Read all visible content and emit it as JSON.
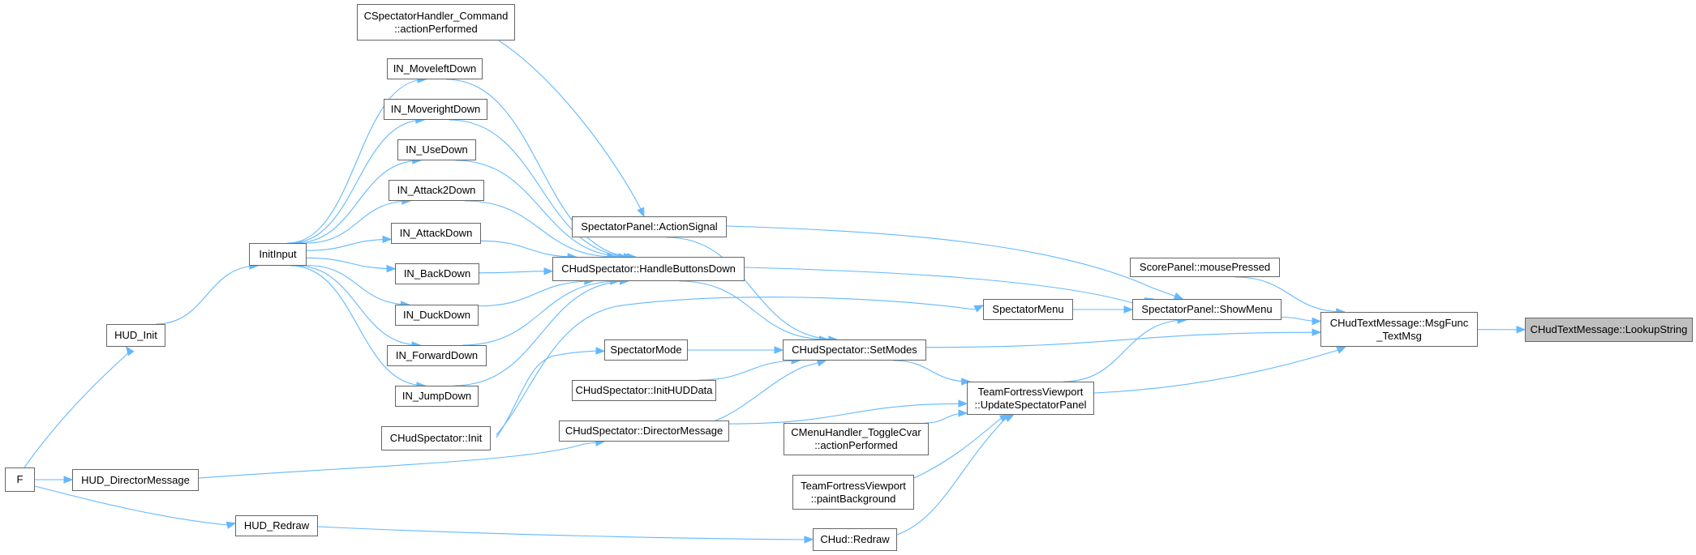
{
  "graph": {
    "edge_color": "#63b8ff",
    "node_border_color": "#666666",
    "root_fill_color": "#bfbfbf",
    "nodes": [
      {
        "id": "lookup",
        "lines": [
          "CHudTextMessage::LookupString"
        ],
        "root": true
      },
      {
        "id": "msgfunc",
        "lines": [
          "CHudTextMessage::MsgFunc",
          "_TextMsg"
        ]
      },
      {
        "id": "scorepanel",
        "lines": [
          "ScorePanel::mousePressed"
        ]
      },
      {
        "id": "showmenu",
        "lines": [
          "SpectatorPanel::ShowMenu"
        ]
      },
      {
        "id": "setmodes",
        "lines": [
          "CHudSpectator::SetModes"
        ]
      },
      {
        "id": "updatepanel",
        "lines": [
          "TeamFortressViewport",
          "::UpdateSpectatorPanel"
        ]
      },
      {
        "id": "actionsignal",
        "lines": [
          "SpectatorPanel::ActionSignal"
        ]
      },
      {
        "id": "handlebuttons",
        "lines": [
          "CHudSpectator::HandleButtonsDown"
        ]
      },
      {
        "id": "specmenu",
        "lines": [
          "SpectatorMenu"
        ]
      },
      {
        "id": "cmdaction",
        "lines": [
          "CSpectatorHandler_Command",
          "::actionPerformed"
        ]
      },
      {
        "id": "specmode",
        "lines": [
          "SpectatorMode"
        ]
      },
      {
        "id": "inithuddata",
        "lines": [
          "CHudSpectator::InitHUDData"
        ]
      },
      {
        "id": "directormsg",
        "lines": [
          "CHudSpectator::DirectorMessage"
        ]
      },
      {
        "id": "togglecvar",
        "lines": [
          "CMenuHandler_ToggleCvar",
          "::actionPerformed"
        ]
      },
      {
        "id": "paintbg",
        "lines": [
          "TeamFortressViewport",
          "::paintBackground"
        ]
      },
      {
        "id": "chudredraw",
        "lines": [
          "CHud::Redraw"
        ]
      },
      {
        "id": "moveleft",
        "lines": [
          "IN_MoveleftDown"
        ]
      },
      {
        "id": "moveright",
        "lines": [
          "IN_MoverightDown"
        ]
      },
      {
        "id": "usedown",
        "lines": [
          "IN_UseDown"
        ]
      },
      {
        "id": "attack2",
        "lines": [
          "IN_Attack2Down"
        ]
      },
      {
        "id": "attack",
        "lines": [
          "IN_AttackDown"
        ]
      },
      {
        "id": "back",
        "lines": [
          "IN_BackDown"
        ]
      },
      {
        "id": "duck",
        "lines": [
          "IN_DuckDown"
        ]
      },
      {
        "id": "forward",
        "lines": [
          "IN_ForwardDown"
        ]
      },
      {
        "id": "jump",
        "lines": [
          "IN_JumpDown"
        ]
      },
      {
        "id": "specinit",
        "lines": [
          "CHudSpectator::Init"
        ]
      },
      {
        "id": "initinput",
        "lines": [
          "InitInput"
        ]
      },
      {
        "id": "hudinit",
        "lines": [
          "HUD_Init"
        ]
      },
      {
        "id": "huddirector",
        "lines": [
          "HUD_DirectorMessage"
        ]
      },
      {
        "id": "hudredraw",
        "lines": [
          "HUD_Redraw"
        ]
      },
      {
        "id": "f",
        "lines": [
          "F"
        ]
      }
    ],
    "edges": [
      {
        "from": "msgfunc",
        "to": "lookup"
      },
      {
        "from": "scorepanel",
        "to": "msgfunc"
      },
      {
        "from": "showmenu",
        "to": "msgfunc"
      },
      {
        "from": "setmodes",
        "to": "msgfunc"
      },
      {
        "from": "updatepanel",
        "to": "msgfunc"
      },
      {
        "from": "actionsignal",
        "to": "showmenu"
      },
      {
        "from": "handlebuttons",
        "to": "showmenu"
      },
      {
        "from": "specmenu",
        "to": "showmenu"
      },
      {
        "from": "updatepanel",
        "to": "showmenu"
      },
      {
        "from": "actionsignal",
        "to": "setmodes"
      },
      {
        "from": "handlebuttons",
        "to": "setmodes"
      },
      {
        "from": "specmode",
        "to": "setmodes"
      },
      {
        "from": "inithuddata",
        "to": "setmodes"
      },
      {
        "from": "directormsg",
        "to": "setmodes"
      },
      {
        "from": "setmodes",
        "to": "updatepanel"
      },
      {
        "from": "directormsg",
        "to": "updatepanel"
      },
      {
        "from": "togglecvar",
        "to": "updatepanel"
      },
      {
        "from": "paintbg",
        "to": "updatepanel"
      },
      {
        "from": "chudredraw",
        "to": "updatepanel"
      },
      {
        "from": "cmdaction",
        "to": "actionsignal"
      },
      {
        "from": "moveleft",
        "to": "handlebuttons"
      },
      {
        "from": "moveright",
        "to": "handlebuttons"
      },
      {
        "from": "usedown",
        "to": "handlebuttons"
      },
      {
        "from": "attack2",
        "to": "handlebuttons"
      },
      {
        "from": "attack",
        "to": "handlebuttons"
      },
      {
        "from": "back",
        "to": "handlebuttons"
      },
      {
        "from": "duck",
        "to": "handlebuttons"
      },
      {
        "from": "forward",
        "to": "handlebuttons"
      },
      {
        "from": "jump",
        "to": "handlebuttons"
      },
      {
        "from": "specinit",
        "to": "specmenu"
      },
      {
        "from": "specinit",
        "to": "specmode"
      },
      {
        "from": "initinput",
        "to": "moveleft"
      },
      {
        "from": "initinput",
        "to": "moveright"
      },
      {
        "from": "initinput",
        "to": "usedown"
      },
      {
        "from": "initinput",
        "to": "attack2"
      },
      {
        "from": "initinput",
        "to": "attack"
      },
      {
        "from": "initinput",
        "to": "back"
      },
      {
        "from": "initinput",
        "to": "duck"
      },
      {
        "from": "initinput",
        "to": "forward"
      },
      {
        "from": "initinput",
        "to": "jump"
      },
      {
        "from": "hudinit",
        "to": "initinput"
      },
      {
        "from": "huddirector",
        "to": "directormsg"
      },
      {
        "from": "hudredraw",
        "to": "chudredraw"
      },
      {
        "from": "f",
        "to": "hudinit"
      },
      {
        "from": "f",
        "to": "huddirector"
      },
      {
        "from": "f",
        "to": "hudredraw"
      }
    ]
  }
}
